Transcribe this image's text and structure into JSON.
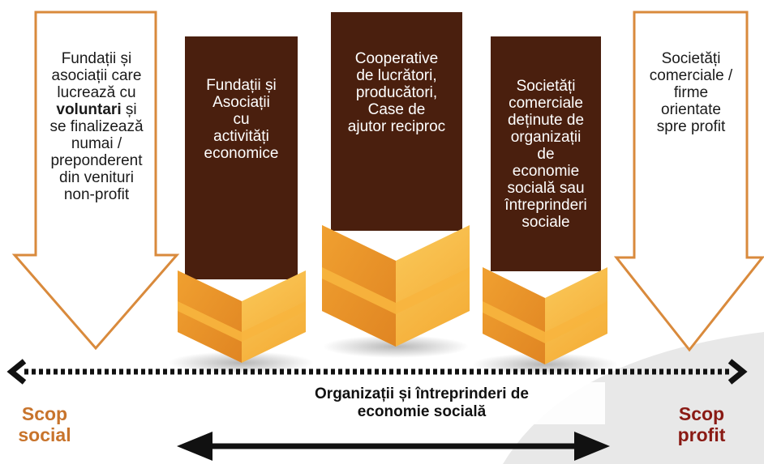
{
  "colors": {
    "outline_orange": "#d98a3c",
    "dark_brown": "#4a1f0e",
    "gold_light": "#fbc850",
    "gold_dark": "#e7962a",
    "scope_social": "#c8742c",
    "scope_profit": "#8a1a14"
  },
  "boxes": [
    {
      "id": "left",
      "style": "outline",
      "lines": [
        "Fundații și",
        "asociații care",
        "lucrează cu",
        "voluntari și",
        "se finalizează",
        "numai /",
        "preponderent",
        "din venituri",
        "non-profit"
      ],
      "bold_word": "voluntari"
    },
    {
      "id": "b1",
      "style": "filled",
      "lines": [
        "Fundații și",
        "Asociații",
        "cu",
        "activități",
        "economice"
      ]
    },
    {
      "id": "b2",
      "style": "filled",
      "lines": [
        "Cooperative",
        "de lucrători,",
        "producători,",
        "Case de",
        "ajutor reciproc"
      ]
    },
    {
      "id": "b3",
      "style": "filled",
      "lines": [
        "Societăți",
        "comerciale",
        "deținute de",
        "organizații",
        "de",
        "economie",
        "socială sau",
        "întreprinderi",
        "sociale"
      ]
    },
    {
      "id": "right",
      "style": "outline",
      "lines": [
        "Societăți",
        "comerciale /",
        "firme",
        "orientate",
        "spre profit"
      ]
    }
  ],
  "scope_left": {
    "line1": "Scop",
    "line2": "social"
  },
  "scope_right": {
    "line1": "Scop",
    "line2": "profit"
  },
  "caption": {
    "line1": "Organizații și întreprinderi de",
    "line2": "economie socială"
  }
}
